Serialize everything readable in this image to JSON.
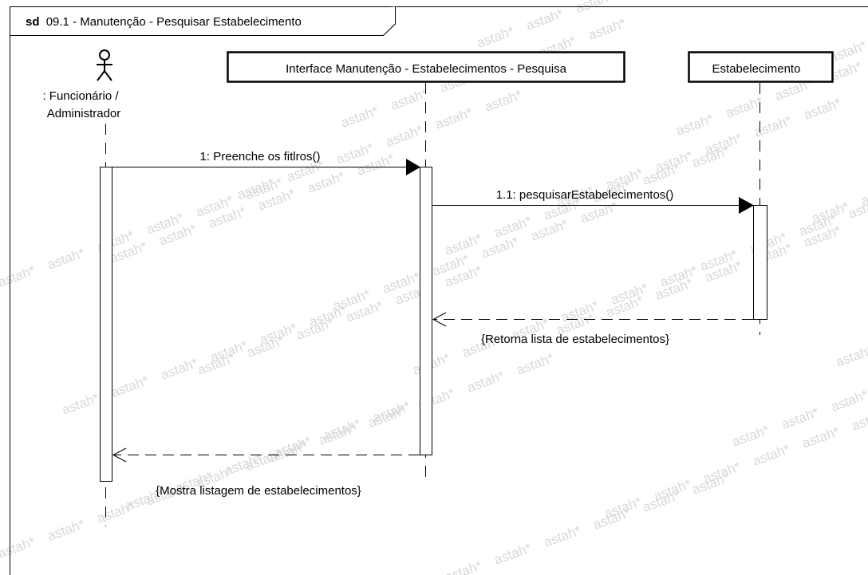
{
  "frame": {
    "keyword": "sd",
    "title": "09.1 - Manutenção - Pesquisar Estabelecimento"
  },
  "lifelines": {
    "actor": {
      "label_line1": ": Funcionário /",
      "label_line2": "Administrador"
    },
    "interface": {
      "label": "Interface Manutenção - Estabelecimentos - Pesquisa"
    },
    "entity": {
      "label": "Estabelecimento"
    }
  },
  "messages": [
    {
      "label": "1: Preenche os fitlros()",
      "kind": "synchronous"
    },
    {
      "label": "1.1: pesquisarEstabelecimentos()",
      "kind": "synchronous"
    },
    {
      "label": "{Retorna lista de estabelecimentos}",
      "kind": "return"
    },
    {
      "label": "{Mostra listagem de estabelecimentos}",
      "kind": "return"
    }
  ],
  "watermark": {
    "text": "astah*",
    "color": "#d8d8d8"
  },
  "colors": {
    "line": "#000000",
    "background": "#ffffff"
  }
}
